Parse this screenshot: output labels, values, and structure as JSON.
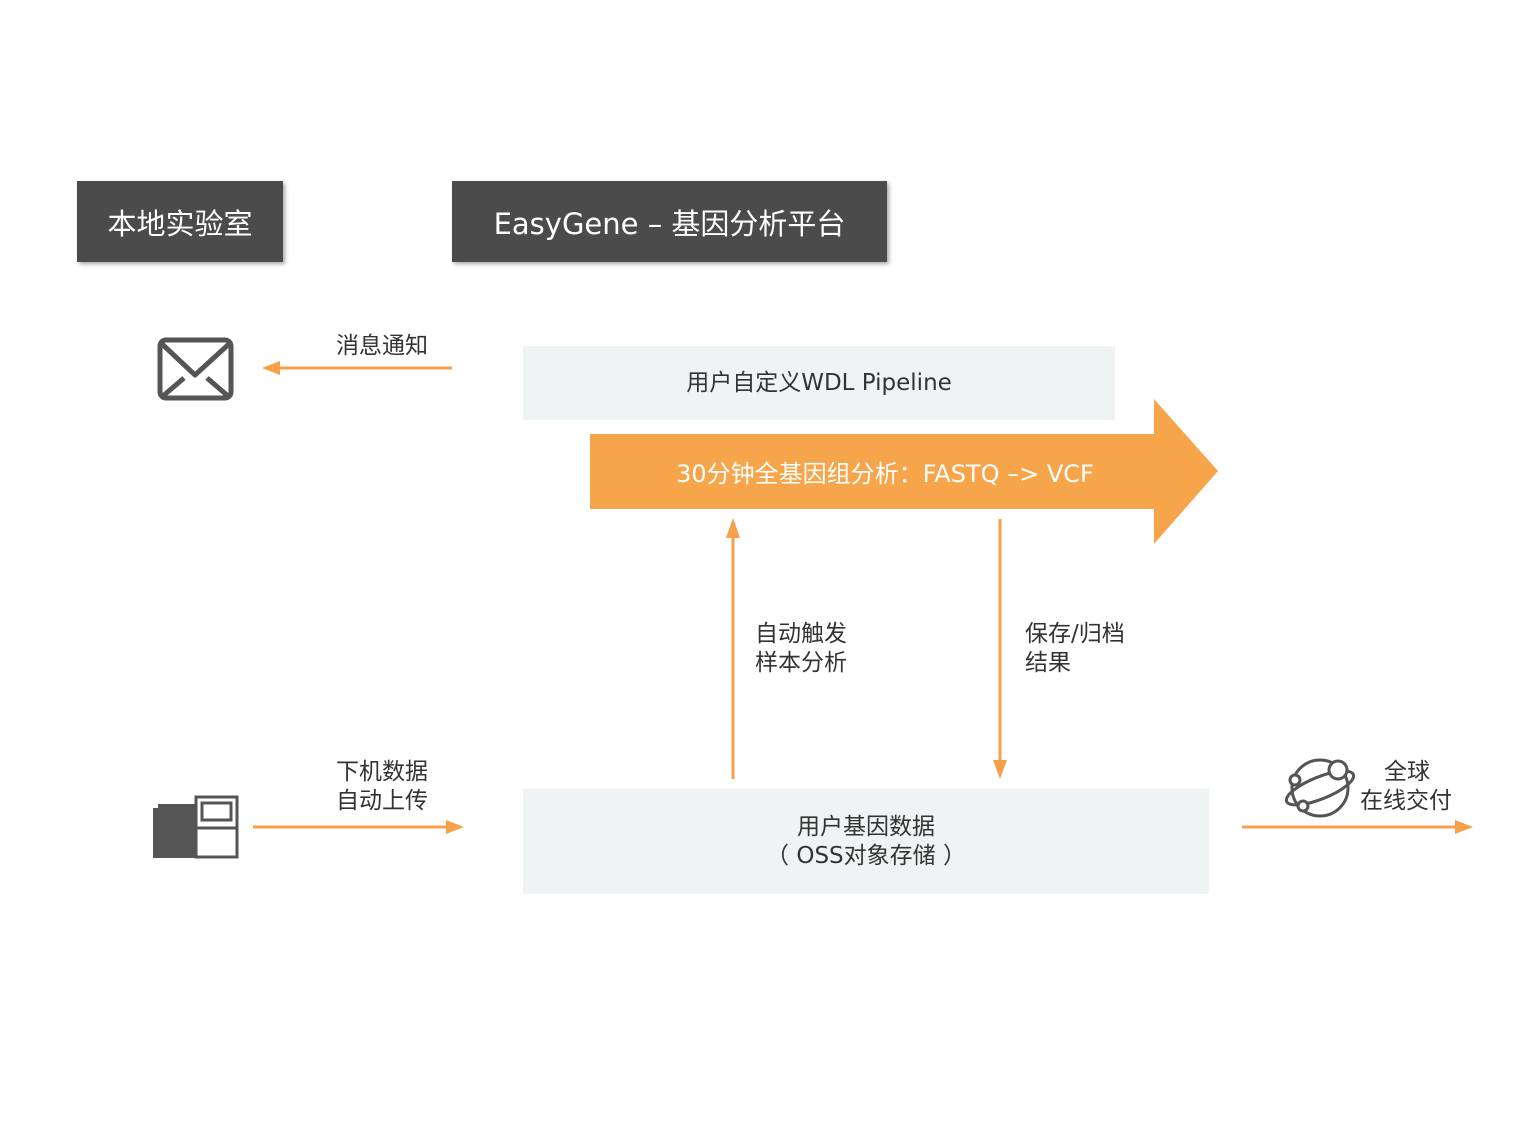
{
  "local_lab": {
    "title": "本地实验室"
  },
  "platform": {
    "title": "EasyGene – 基因分析平台"
  },
  "notify": {
    "label": "消息通知"
  },
  "upload": {
    "line1": "下机数据",
    "line2": "自动上传"
  },
  "pipeline": {
    "label": "用户自定义WDL Pipeline"
  },
  "analysis": {
    "label": "30分钟全基因组分析：FASTQ –> VCF"
  },
  "trigger": {
    "line1": "自动触发",
    "line2": "样本分析"
  },
  "archive": {
    "line1": "保存/归档",
    "line2": "结果"
  },
  "storage": {
    "line1": "用户基因数据",
    "line2": "（ OSS对象存储 ）"
  },
  "delivery": {
    "line1": "全球",
    "line2": "在线交付"
  },
  "icons": {
    "mail": "mail-icon",
    "sequencer": "sequencer-icon",
    "globe": "globe-icon"
  },
  "colors": {
    "accent": "#f7a54a",
    "arrow_line": "#f7a04a",
    "header_bg": "#4b4b4b",
    "box_bg": "#eff3f3",
    "icon": "#555555"
  }
}
